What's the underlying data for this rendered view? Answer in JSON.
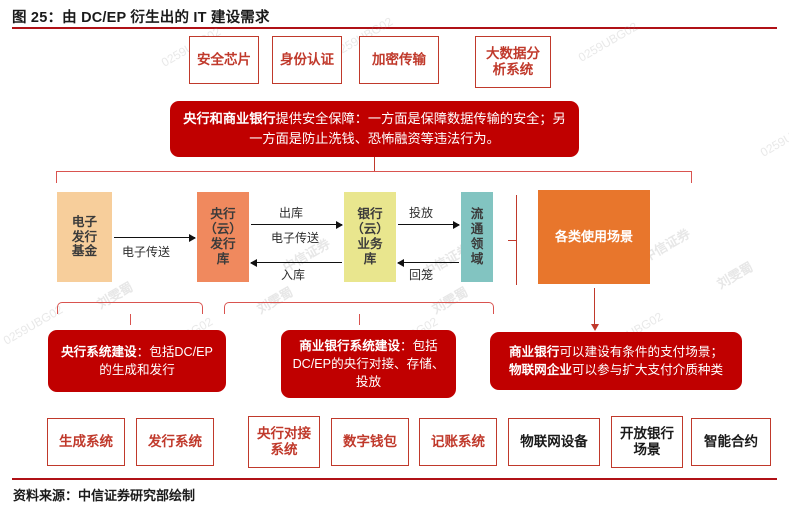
{
  "header": {
    "title": "图 25：由 DC/EP 衍生出的 IT 建设需求"
  },
  "footer": {
    "source": "资料来源：中信证券研究部绘制"
  },
  "top_requirements": [
    {
      "label": "安全芯片"
    },
    {
      "label": "身份认证"
    },
    {
      "label": "加密传输"
    },
    {
      "label": "大数据分\n析系统"
    }
  ],
  "banner": {
    "bold_prefix": "央行和商业银行",
    "rest": "提供安全保障：一方面是保障数据传输的安全；另一方面是防止洗钱、恐怖融资等违法行为。"
  },
  "flow": {
    "boxes": [
      {
        "label": "电子\n发行\n基金",
        "color": "#F7CE9B"
      },
      {
        "label": "央行\n（云）\n发行\n库",
        "color": "#F0895E"
      },
      {
        "label": "银行\n（云）\n业务\n库",
        "color": "#E9E68E"
      },
      {
        "label": "流\n通\n领\n域",
        "color": "#82C4C1"
      },
      {
        "label": "各类使用场景",
        "color": "#E8762C"
      }
    ],
    "arrow_labels": [
      {
        "label": "电子传送"
      },
      {
        "label": "出库"
      },
      {
        "label": "电子传送"
      },
      {
        "label": "入库"
      },
      {
        "label": "投放"
      },
      {
        "label": "回笼"
      }
    ]
  },
  "callouts": [
    {
      "bold_prefix": "央行系统建设",
      "rest": "：包括DC/EP的生成和发行"
    },
    {
      "bold_prefix": "商业银行系统建设",
      "rest": "：包括DC/EP的央行对接、存储、投放"
    },
    {
      "line1_bold": "商业银行",
      "line1_rest": "可以建设有条件的支付场景；",
      "line2_bold": "物联网企业",
      "line2_rest": "可以参与扩大支付介质种类"
    }
  ],
  "bottom_systems": [
    {
      "label": "生成系统",
      "style": "red"
    },
    {
      "label": "发行系统",
      "style": "red"
    },
    {
      "label": "央行对接\n系统",
      "style": "red"
    },
    {
      "label": "数字钱包",
      "style": "red"
    },
    {
      "label": "记账系统",
      "style": "red"
    },
    {
      "label": "物联网设备",
      "style": "dark"
    },
    {
      "label": "开放银行\n场景",
      "style": "dark"
    },
    {
      "label": "智能合约",
      "style": "dark"
    }
  ],
  "watermarks": {
    "company": "中信证券",
    "person": "刘雯蜀",
    "code": "0259UBG02"
  },
  "colors": {
    "accent_red": "#b01116",
    "banner_red": "#c00000",
    "outline_red": "#c0392b",
    "bracket_red": "#d9534f"
  }
}
